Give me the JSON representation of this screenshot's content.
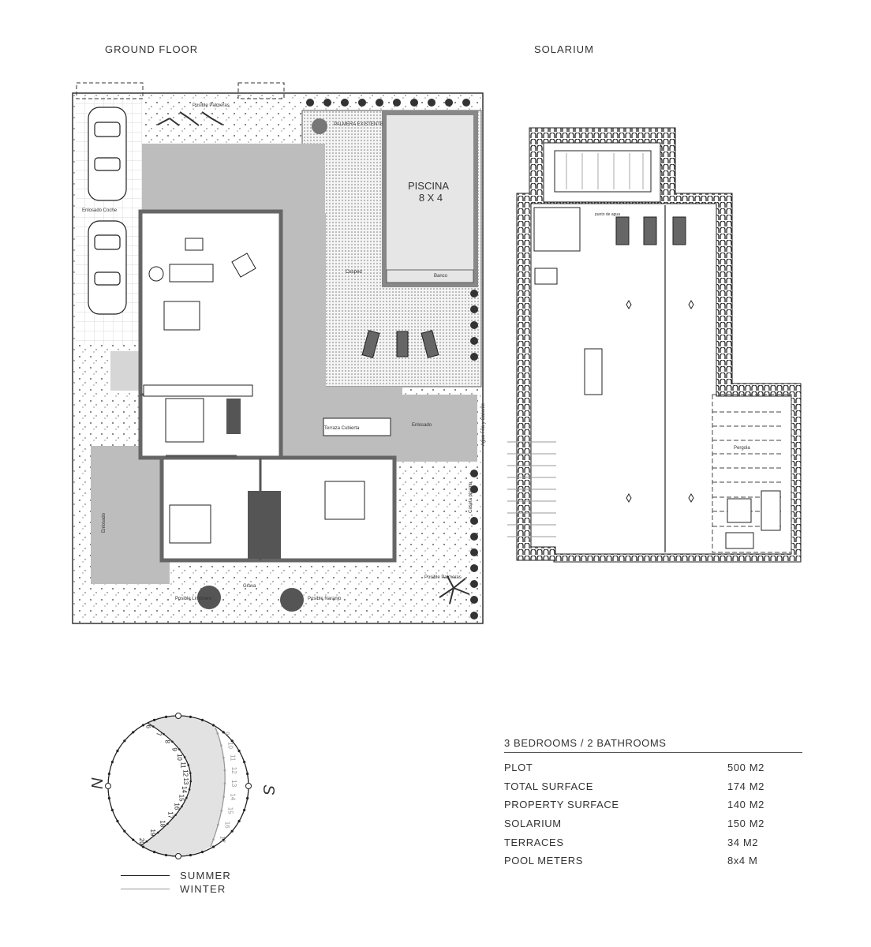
{
  "titles": {
    "ground_floor": "GROUND FLOOR",
    "solarium": "SOLARIUM"
  },
  "ground_floor_labels": {
    "palms_top": "Posible Palmeras",
    "existing_palm": "PALMERA EXISTENTE",
    "pool_name": "PISCINA",
    "pool_size": "8 X 4",
    "car_paving": "Enlosado Coche",
    "lawn": "Cesped",
    "bench": "Banco",
    "covered_terrace": "Terraza Cubierta",
    "paving_right": "Enlosado",
    "paving_left": "Enlosado",
    "hot_cold_water": "Agua Fria y Caliente",
    "pool_house": "Caseta piscina",
    "gravel": "Grava",
    "lemon_tree": "Posible Limonero",
    "orange_tree": "Posible Naranjo",
    "palms_bottom": "Posible Palmeras"
  },
  "solarium_labels": {
    "water_point": "punto de agua",
    "pergola": "Pergola"
  },
  "sun_chart": {
    "north": "N",
    "south": "S",
    "summer_hours": [
      "6",
      "7",
      "8",
      "9",
      "10",
      "11",
      "12",
      "13",
      "14",
      "15",
      "16",
      "17",
      "18",
      "19",
      "20"
    ],
    "winter_hours": [
      "9",
      "10",
      "11",
      "12",
      "13",
      "14",
      "15",
      "16",
      "17"
    ],
    "legend": {
      "summer": "SUMMER",
      "winter": "WINTER"
    },
    "colors": {
      "summer": "#222222",
      "winter": "#9a9a9a",
      "shade": "#e2e2e2"
    }
  },
  "specs": {
    "heading": "3 BEDROOMS / 2 BATHROOMS",
    "rows": [
      {
        "label": "PLOT",
        "value": "500 M2"
      },
      {
        "label": "TOTAL SURFACE",
        "value": "174 M2"
      },
      {
        "label": "PROPERTY SURFACE",
        "value": "140 M2"
      },
      {
        "label": "SOLARIUM",
        "value": "150 M2"
      },
      {
        "label": "TERRACES",
        "value": "34 M2"
      },
      {
        "label": "POOL METERS",
        "value": "8x4 M"
      }
    ]
  }
}
